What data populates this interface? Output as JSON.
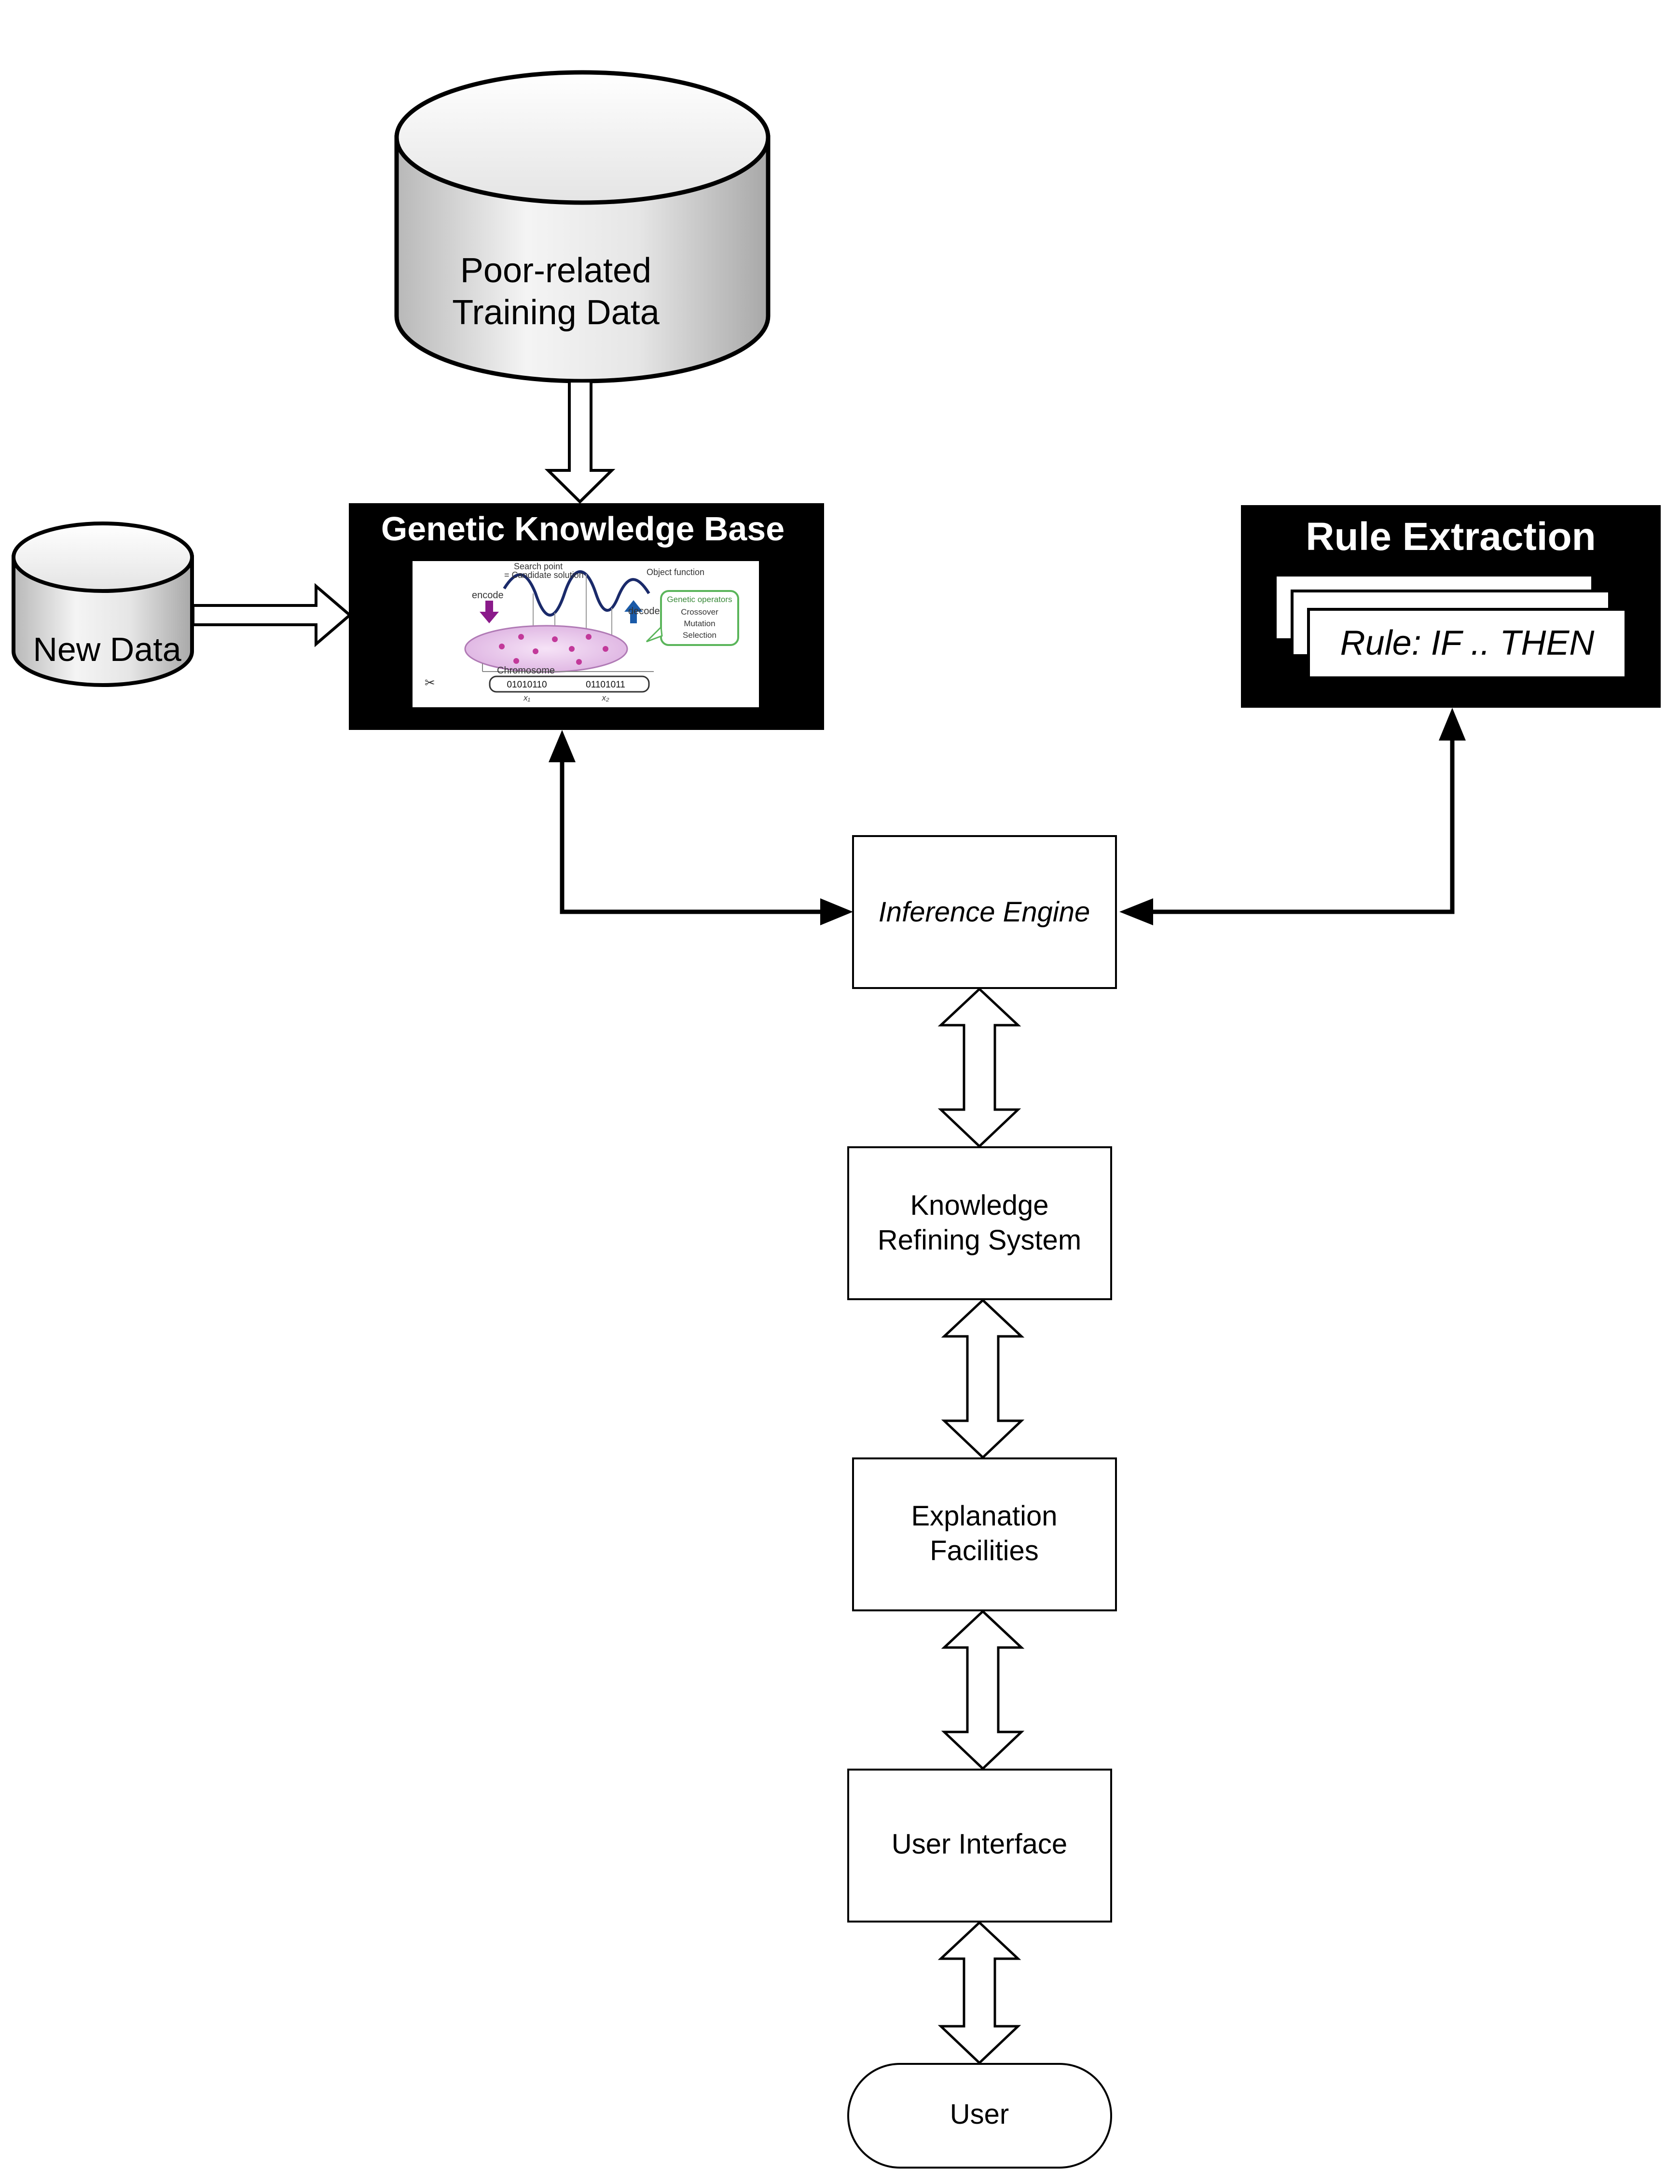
{
  "diagram": {
    "training_db": {
      "line1": "Poor-related",
      "line2": "Training Data"
    },
    "new_data_db": {
      "label": "New Data"
    },
    "knowledge_base": {
      "title": "Genetic Knowledge Base",
      "figure": {
        "search_point": "Search point",
        "candidate": "= Candidate solution",
        "object_function": "Object function",
        "encode": "encode",
        "decode": "decode",
        "operators_title": "Genetic operators",
        "op1": "Crossover",
        "op2": "Mutation",
        "op3": "Selection",
        "chromosome": "Chromosome",
        "bits1": "01010110",
        "bits2": "01101011",
        "x1": "x₁",
        "x2": "x₂"
      }
    },
    "rule_extraction": {
      "title": "Rule Extraction",
      "rule": "Rule: IF .. THEN"
    },
    "inference_engine": {
      "label": "Inference Engine"
    },
    "knowledge_refining": {
      "line1": "Knowledge",
      "line2": "Refining System"
    },
    "explanation": {
      "line1": "Explanation",
      "line2": "Facilities"
    },
    "user_interface": {
      "label": "User Interface"
    },
    "user": {
      "label": "User"
    },
    "colors": {
      "stroke": "#000000",
      "cylinder_light": "#f4f4f4",
      "cylinder_dark": "#b8b8b8",
      "ellipse_fill": "#e9c6ec",
      "encode_arrow": "#8a1a8a",
      "decode_arrow": "#1a5aa8",
      "operator_border": "#5ab55a"
    }
  }
}
